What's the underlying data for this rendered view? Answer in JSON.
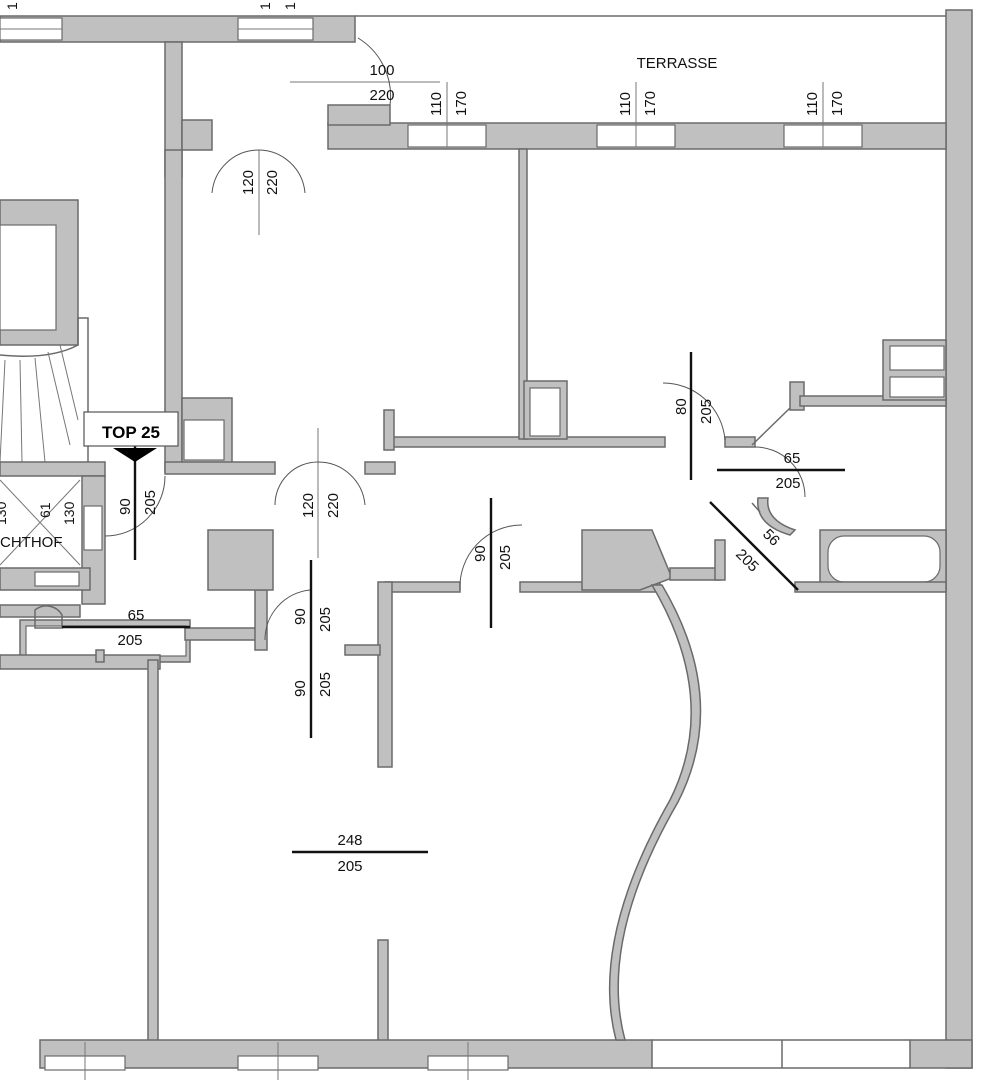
{
  "labels": {
    "terrace": "TERRASSE",
    "unit": "TOP 25",
    "courtyard": "CHTHOF",
    "terrace_door_w": "100",
    "terrace_door_h": "220",
    "win1_w": "110",
    "win1_h": "170",
    "win2_w": "110",
    "win2_h": "170",
    "win3_w": "110",
    "win3_h": "170",
    "entry_door_w": "120",
    "entry_door_h": "220",
    "center_door_w": "120",
    "center_door_h": "220",
    "top25_door_w": "90",
    "top25_door_h": "205",
    "small_a": "130",
    "small_b": "61",
    "small_c": "130",
    "wc_door_w": "65",
    "wc_door_h": "205",
    "hall_door1_w": "90",
    "hall_door1_h": "205",
    "hall_door2_w": "90",
    "hall_door2_h": "205",
    "mid_door_w": "90",
    "mid_door_h": "205",
    "right_door_w": "80",
    "right_door_h": "205",
    "bath_door_w": "65",
    "bath_door_h": "205",
    "diag_door_w": "56",
    "diag_door_h": "205",
    "big_door_w": "248",
    "big_door_h": "205",
    "top_edge_a": "1",
    "top_edge_b": "1",
    "top_edge_c": "1"
  },
  "colors": {
    "wall_fill": "#c0c0c0",
    "wall_stroke": "#6a6a6a",
    "text": "#111111"
  }
}
